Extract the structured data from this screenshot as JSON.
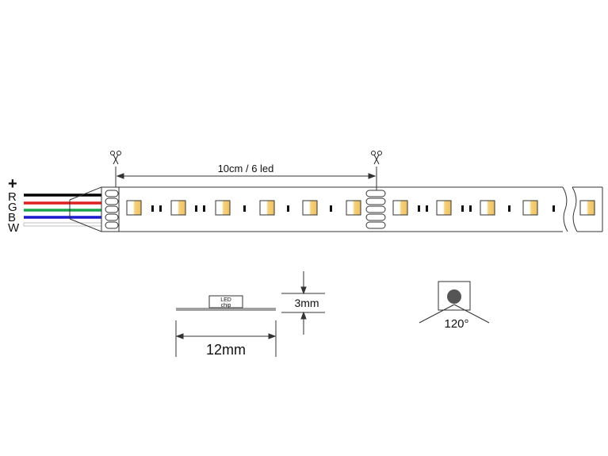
{
  "wire_labels": [
    "+",
    "R",
    "G",
    "B",
    "W"
  ],
  "wire_colors": [
    "#000000",
    "#e02020",
    "#1aa64a",
    "#1a1ad0",
    "#ffffff"
  ],
  "segment_label": "10cm / 6 led",
  "led_chip_label_line1": "LED",
  "led_chip_label_line2": "chip",
  "width_label": "12mm",
  "thickness_label": "3mm",
  "beam_angle_label": "120°",
  "colors": {
    "outline": "#333333",
    "led_warm": "#f5d27a",
    "led_white": "#ffffff",
    "pcb_gray": "#a0a0a0",
    "lens_dark": "#555555"
  }
}
